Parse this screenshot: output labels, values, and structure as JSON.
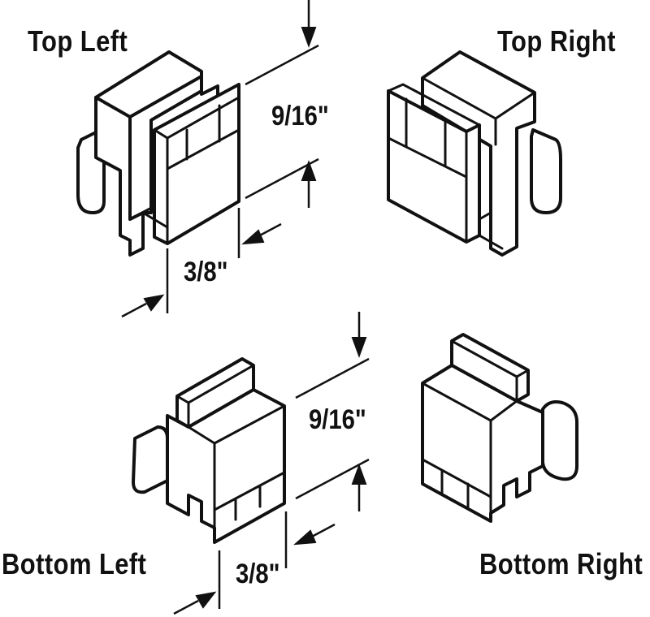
{
  "labels": {
    "top_left": "Top Left",
    "top_right": "Top Right",
    "bottom_left": "Bottom Left",
    "bottom_right": "Bottom Right"
  },
  "dimensions": {
    "top_height": "9/16\"",
    "top_width": "3/8\"",
    "bottom_height": "9/16\"",
    "bottom_width": "3/8\""
  },
  "colors": {
    "ink": "#111111",
    "paper": "#ffffff"
  }
}
